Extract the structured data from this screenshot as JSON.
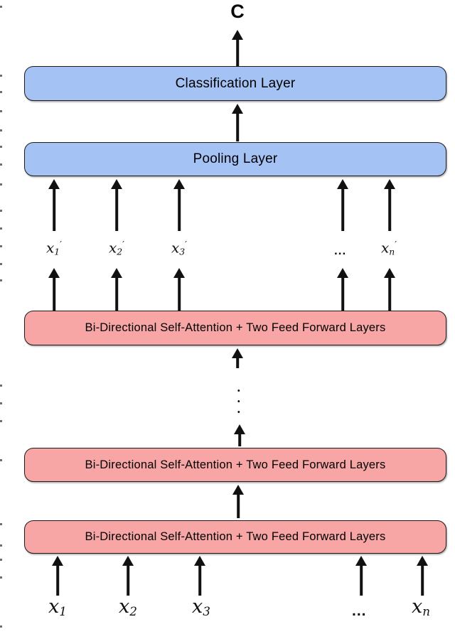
{
  "output_label": "C",
  "boxes": {
    "classification": "Classification Layer",
    "pooling": "Pooling Layer",
    "encoder": "Bi-Directional Self-Attention + Two Feed Forward Layers"
  },
  "hidden_states": [
    {
      "base": "x",
      "sub": "1",
      "prime": "′"
    },
    {
      "base": "x",
      "sub": "2",
      "prime": "′"
    },
    {
      "base": "x",
      "sub": "3",
      "prime": "′"
    },
    {
      "ellipsis": "..."
    },
    {
      "base": "x",
      "sub": "n",
      "prime": "′"
    }
  ],
  "inputs": [
    {
      "base": "x",
      "sub": "1"
    },
    {
      "base": "x",
      "sub": "2"
    },
    {
      "base": "x",
      "sub": "3"
    },
    {
      "ellipsis": "..."
    },
    {
      "base": "x",
      "sub": "n"
    }
  ],
  "vertical_dots": ".\n.\n.",
  "colors": {
    "layer_blue": "#a4c2f4",
    "layer_pink": "#f7a5a5",
    "stroke": "#1c1c1c",
    "arrow": "#111111"
  },
  "artifacts": {
    "left_margin_marks_y": [
      8,
      105,
      128,
      155,
      182,
      205,
      230,
      258,
      295,
      320,
      345,
      370,
      393,
      541,
      566,
      591,
      646,
      736,
      766,
      786,
      811,
      880
    ]
  }
}
